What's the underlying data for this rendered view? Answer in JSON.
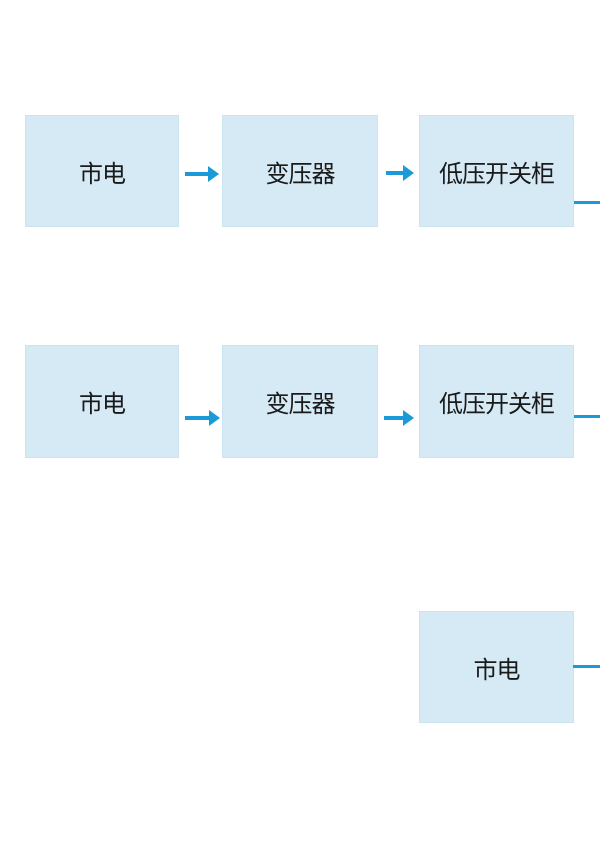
{
  "colors": {
    "page_bg": "#ffffff",
    "box_fill": "#d6eaf5",
    "box_border": "#cbe2ef",
    "arrow": "#1a9ad6",
    "text": "#1a1a1a"
  },
  "diagram": {
    "type": "flowchart",
    "rows": [
      {
        "nodes": [
          {
            "label": "市电"
          },
          {
            "label": "变压器"
          },
          {
            "label": "低压开关柜"
          }
        ],
        "connectors": [
          "arrow-right",
          "arrow-right",
          "exit-line-right"
        ]
      },
      {
        "nodes": [
          {
            "label": "市电"
          },
          {
            "label": "变压器"
          },
          {
            "label": "低压开关柜"
          }
        ],
        "connectors": [
          "arrow-right",
          "arrow-right",
          "exit-line-right"
        ]
      },
      {
        "nodes": [
          {
            "label": "市电"
          }
        ],
        "connectors": [
          "exit-line-right"
        ]
      }
    ]
  }
}
